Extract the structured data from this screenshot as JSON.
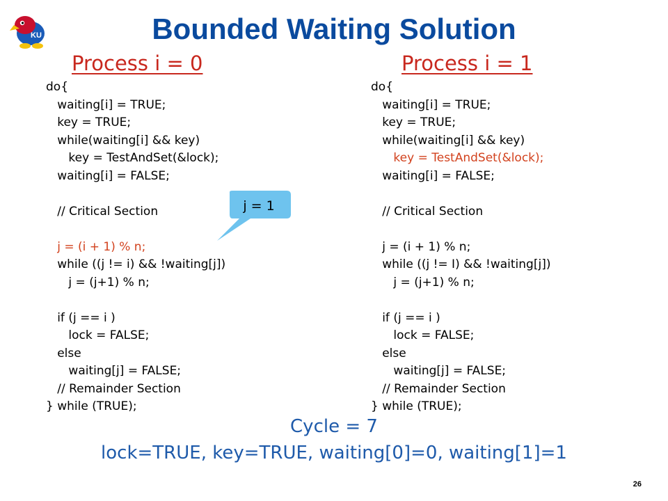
{
  "slide": {
    "title": "Bounded Waiting Solution",
    "logo_icon": "jayhawk-mascot-logo",
    "page_number": "26"
  },
  "process0": {
    "heading": "Process i = 0",
    "lines": [
      "do{",
      "   waiting[i] = TRUE;",
      "   key = TRUE;",
      "   while(waiting[i] && key)",
      "      key = TestAndSet(&lock);",
      "   waiting[i] = FALSE;",
      "",
      "   // Critical Section",
      "",
      "   j = (i + 1) % n;",
      "   while ((j != i) && !waiting[j])",
      "      j = (j+1) % n;",
      "",
      "   if (j == i )",
      "      lock = FALSE;",
      "   else",
      "      waiting[j] = FALSE;",
      "   // Remainder Section",
      "} while (TRUE);"
    ],
    "highlight_line": 9
  },
  "process1": {
    "heading": "Process i = 1",
    "lines": [
      "do{",
      "   waiting[i] = TRUE;",
      "   key = TRUE;",
      "   while(waiting[i] && key)",
      "      key = TestAndSet(&lock);",
      "   waiting[i] = FALSE;",
      "",
      "   // Critical Section",
      "",
      "   j = (i + 1) % n;",
      "   while ((j != I) && !waiting[j])",
      "      j = (j+1) % n;",
      "",
      "   if (j == i )",
      "      lock = FALSE;",
      "   else",
      "      waiting[j] = FALSE;",
      "   // Remainder Section",
      "} while (TRUE);"
    ],
    "highlight_line": 4
  },
  "callout": {
    "text": "j = 1"
  },
  "footer": {
    "cycle": "Cycle = 7",
    "state": "lock=TRUE, key=TRUE, waiting[0]=0, waiting[1]=1"
  },
  "colors": {
    "title": "#0a4a9e",
    "heading": "#c8281e",
    "highlight": "#d2421e",
    "footer_text": "#1e5aaa",
    "callout_fill": "#6ec3ee"
  }
}
